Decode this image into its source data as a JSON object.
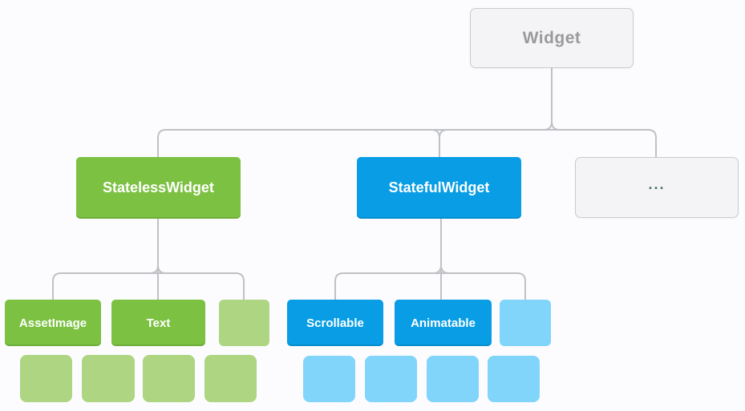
{
  "diagram": {
    "nodes": {
      "root": {
        "label": "Widget"
      },
      "stateless": {
        "label": "StatelessWidget"
      },
      "stateful": {
        "label": "StatefulWidget"
      },
      "others": {
        "label": "..."
      },
      "asset_image": {
        "label": "AssetImage"
      },
      "text_node": {
        "label": "Text"
      },
      "scrollable": {
        "label": "Scrollable"
      },
      "animatable": {
        "label": "Animatable"
      }
    },
    "placeholder_boxes": {
      "stateless_branch_unlabeled": 5,
      "stateful_branch_unlabeled": 5
    }
  },
  "colors": {
    "background": "#fcfcfe",
    "connector": "#bfc1c5",
    "green": "#7cc142",
    "green_light": "#aed581",
    "blue": "#089de4",
    "blue_light": "#81d4fa",
    "neutral_fill": "#f4f4f6",
    "neutral_border": "#c9cbcf",
    "root_text": "#9a9a9c",
    "ellipsis_text": "#54716f",
    "node_label_text": "#ffffff"
  }
}
